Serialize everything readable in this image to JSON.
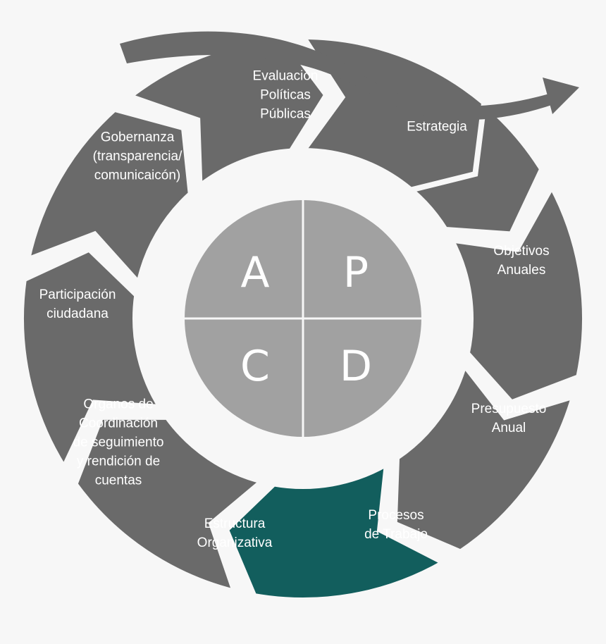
{
  "colors": {
    "segment": "#6a6a6a",
    "highlight": "#125e5d",
    "hub": "#a1a1a1",
    "background": "#f7f7f7"
  },
  "segments": [
    {
      "lines": [
        "Estrategia"
      ],
      "highlight": false
    },
    {
      "lines": [
        "Objetivos",
        "Anuales"
      ],
      "highlight": false
    },
    {
      "lines": [
        "Presupuesto",
        "Anual"
      ],
      "highlight": false
    },
    {
      "lines": [
        "Procesos",
        "de Trabajo"
      ],
      "highlight": true
    },
    {
      "lines": [
        "Estructura",
        "Organizativa"
      ],
      "highlight": false
    },
    {
      "lines": [
        "Organos de",
        "Coordinación",
        "de seguimiento",
        "y rendición de",
        "cuentas"
      ],
      "highlight": false
    },
    {
      "lines": [
        "Participación",
        "ciudadana"
      ],
      "highlight": false
    },
    {
      "lines": [
        "Gobernanza",
        "(transparencia/",
        "comunicaicón)"
      ],
      "highlight": false
    },
    {
      "lines": [
        "Evaluación",
        "Políticas",
        "Públicas"
      ],
      "highlight": false
    }
  ],
  "hub": {
    "quadrants": [
      "A",
      "P",
      "C",
      "D"
    ]
  }
}
